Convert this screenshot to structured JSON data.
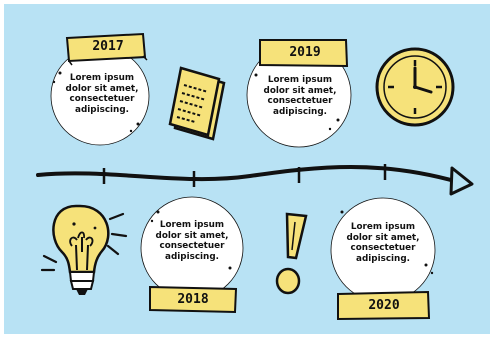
{
  "timeline": {
    "milestones": [
      {
        "year": "2017",
        "text": "Lorem ipsum\ndolor sit amet,\nconsectetuer\nadipiscing."
      },
      {
        "year": "2018",
        "text": "Lorem ipsum\ndolor sit amet,\nconsectetuer\nadipiscing."
      },
      {
        "year": "2019",
        "text": "Lorem ipsum\ndolor sit amet,\nconsectetuer\nadipiscing."
      },
      {
        "year": "2020",
        "text": "Lorem ipsum\ndolor sit amet,\nconsectetuer\nadipiscing."
      }
    ]
  },
  "icons": {
    "document": "document-icon",
    "clock": "clock-icon",
    "lightbulb": "lightbulb-icon",
    "exclamation": "exclamation-icon"
  },
  "colors": {
    "background": "#b8e2f4",
    "accent": "#f6e27a",
    "ink": "#111111",
    "circle": "#ffffff"
  }
}
